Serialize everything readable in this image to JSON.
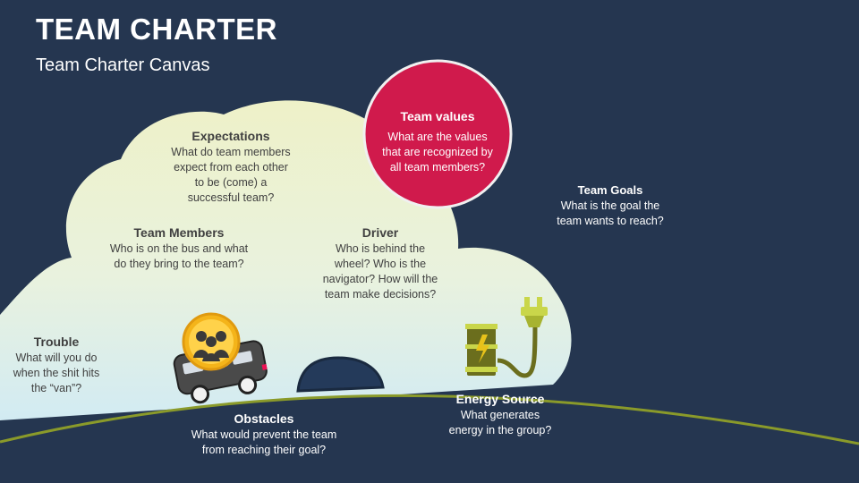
{
  "header": {
    "title": "TEAM CHARTER",
    "subtitle": "Team Charter Canvas"
  },
  "colors": {
    "background": "#253650",
    "values_circle": "#d01a4c",
    "ground_line": "#8a9a2a",
    "bus_body": "#4a4a4a",
    "sun_face": "#f4b41a"
  },
  "sections": {
    "expectations": {
      "heading": "Expectations",
      "desc": [
        "What do team members",
        "expect from each other",
        "to be (come) a",
        "successful team?"
      ]
    },
    "team_members": {
      "heading": "Team Members",
      "desc": [
        "Who is on the bus and what",
        "do they bring to the team?"
      ]
    },
    "driver": {
      "heading": "Driver",
      "desc": [
        "Who is behind the",
        "wheel? Who is the",
        "navigator? How will the",
        "team make decisions?"
      ]
    },
    "team_values": {
      "heading": "Team values",
      "desc": [
        "What are the values",
        "that are recognized by",
        "all team members?"
      ]
    },
    "team_goals": {
      "heading": "Team Goals",
      "desc": [
        "What is the goal the",
        "team wants to reach?"
      ]
    },
    "trouble": {
      "heading": "Trouble",
      "desc": [
        "What will you do",
        "when the shit hits",
        "the “van”?"
      ]
    },
    "obstacles": {
      "heading": "Obstacles",
      "desc": [
        "What would prevent the team",
        "from reaching their goal?"
      ]
    },
    "energy_source": {
      "heading": "Energy Source",
      "desc": [
        "What generates",
        "energy in the group?"
      ]
    }
  }
}
